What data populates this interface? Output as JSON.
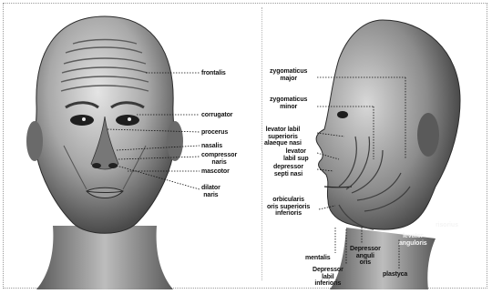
{
  "front_labels": {
    "frontalis": "frontalis",
    "corrugator": "corrugator",
    "procerus": "procerus",
    "nasalis": "nasalis",
    "compressor_naris": "compressor\nnaris",
    "mascotor": "mascotor",
    "dilator_naris": "dilator\nnaris"
  },
  "side_labels": {
    "zygomaticus_major": "zygomaticus\nmajor",
    "zygomaticus_minor": "zygomaticus\nminor",
    "levator_labii": "levator labil\nsuperioris\nalaeque nasi",
    "levator_labii_sup": "levator\nlabil sup",
    "depressor_septi_nasi": "depressor\nsepti nasi",
    "orbicularis_oris": "orbicularis\noris superioris\ninferioris",
    "mentalis": "mentalis",
    "depressor_anguli_oris": "Depressor\nanguli\noris",
    "depressor_labii_inferioris": "Depressor\nlabil\ninferioris",
    "platysma": "plastyca",
    "risorius": "risorius",
    "levator_anguli": "levator\nanguloris"
  },
  "colors": {
    "skin_light": "#d9d9d9",
    "skin_dark": "#3a3a3a",
    "leader": "#111111"
  }
}
